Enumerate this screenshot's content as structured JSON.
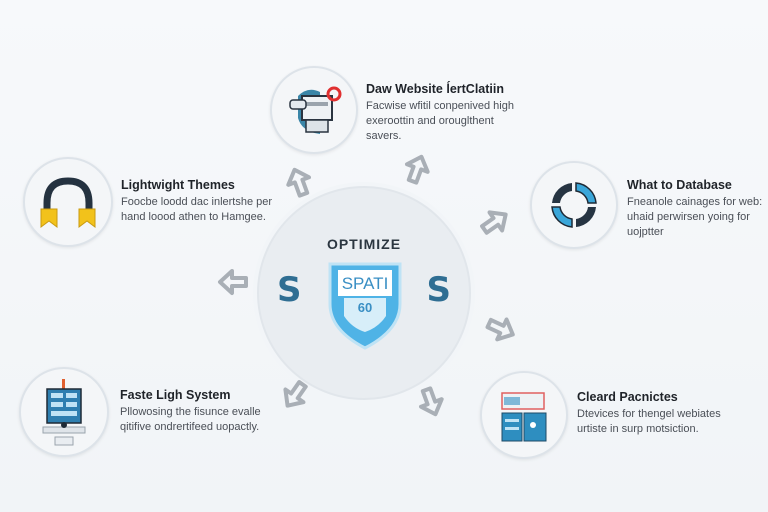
{
  "center": {
    "heading": "OPTIMIZE",
    "shield_line1": "SPATI",
    "shield_line2": "60",
    "left_letter": "S",
    "right_letter": "S"
  },
  "items": [
    {
      "title": "Daw Website ĺertClatiin",
      "desc": "Facwise wfitil conpenived high exeroottin and orouglthent savers.",
      "icon": "website-window-icon"
    },
    {
      "title": "Lightwight Themes",
      "desc": "Foocbe loodd dac inlertshe per hand loood athen to Hamgee.",
      "icon": "headphones-icon"
    },
    {
      "title": "What to Database",
      "desc": "Fneanole cainages for web: uhaid perwirsen yoing for uojptter",
      "icon": "sync-arrows-icon"
    },
    {
      "title": "Faste Ligh System",
      "desc": "Pllowosing the fisunce evalle qitifive ondrertifeed uopactly.",
      "icon": "monitor-dashboard-icon"
    },
    {
      "title": "Cleard Pacnictes",
      "desc": "Dtevices for thengel webiates urtiste in surp motsiction.",
      "icon": "browser-panels-icon"
    }
  ],
  "colors": {
    "accent": "#3aa6d9",
    "dark": "#263442",
    "yellow": "#f2c21b",
    "arrow": "#a9afb6"
  }
}
